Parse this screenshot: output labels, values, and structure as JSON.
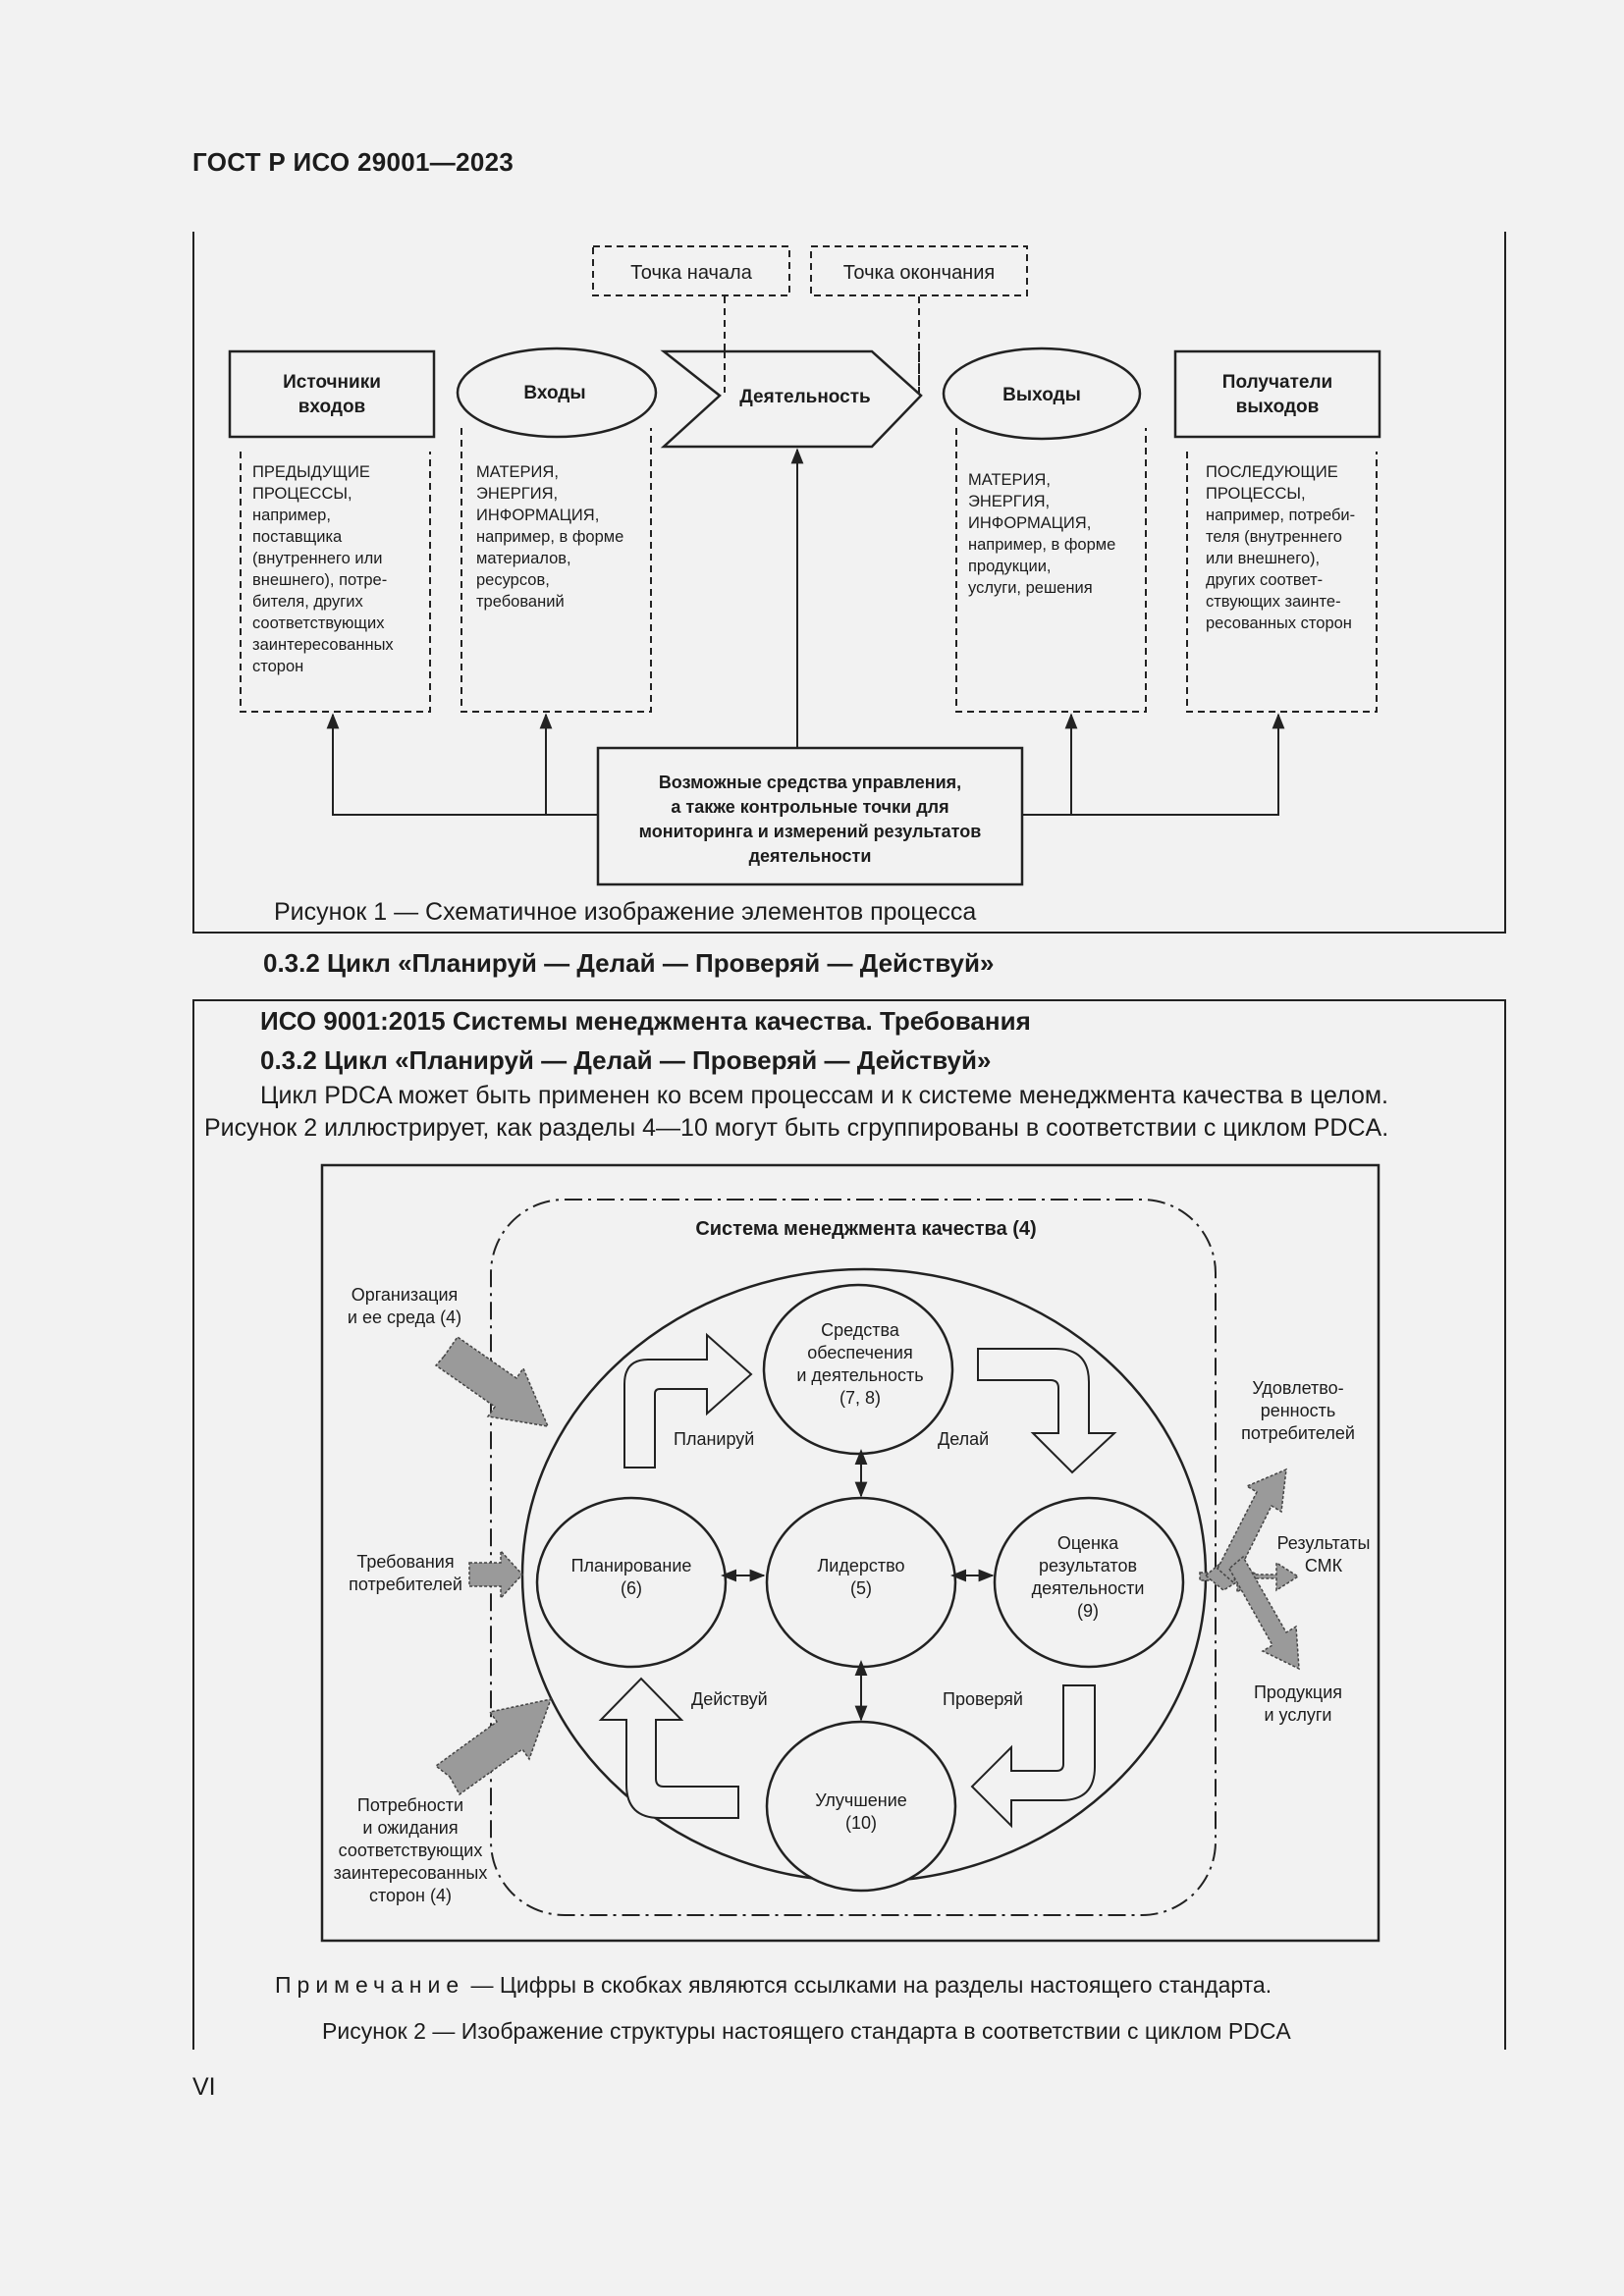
{
  "header": {
    "title": "ГОСТ Р ИСО 29001—2023"
  },
  "figure1": {
    "start_point": "Точка начала",
    "end_point": "Точка окончания",
    "sources": [
      "Источники",
      "входов"
    ],
    "inputs": "Входы",
    "activity": "Деятельность",
    "outputs": "Выходы",
    "receivers": [
      "Получатели",
      "выходов"
    ],
    "sources_text": [
      "ПРЕДЫДУЩИЕ",
      "ПРОЦЕССЫ,",
      "например,",
      "поставщика",
      "(внутреннего или",
      "внешнего), потре-",
      "бителя, других",
      "соответствующих",
      "заинтересованных",
      "сторон"
    ],
    "inputs_text": [
      "МАТЕРИЯ,",
      "ЭНЕРГИЯ,",
      "ИНФОРМАЦИЯ,",
      "например, в форме",
      "материалов,",
      "ресурсов,",
      "требований"
    ],
    "outputs_text": [
      "МАТЕРИЯ,",
      "ЭНЕРГИЯ,",
      "ИНФОРМАЦИЯ,",
      "например, в форме",
      "продукции,",
      "услуги, решения"
    ],
    "receivers_text": [
      "ПОСЛЕДУЮЩИЕ",
      "ПРОЦЕССЫ,",
      "например, потреби-",
      "теля (внутреннего",
      "или внешнего),",
      "других соответ-",
      "ствующих заинте-",
      "ресованных сторон"
    ],
    "controls_text": [
      "Возможные средства управления,",
      "а также контрольные точки для",
      "мониторинга и измерений результатов",
      "деятельности"
    ],
    "caption": "Рисунок 1 — Схематичное изображение элементов процесса"
  },
  "section": {
    "heading": "0.3.2  Цикл «Планируй — Делай — Проверяй — Действуй»"
  },
  "quote": {
    "title": "ИСО 9001:2015  Системы менеджмента качества. Требования",
    "heading": "0.3.2  Цикл «Планируй — Делай — Проверяй — Действуй»",
    "para_line1": "Цикл PDCA может быть применен ко всем процессам и к системе менеджмента качества в целом.",
    "para_line2": "Рисунок 2 иллюстрирует, как разделы 4—10 могут быть сгруппированы в соответствии с циклом PDCA."
  },
  "figure2": {
    "system_title": "Система менеджмента качества (4)",
    "org": [
      "Организация",
      "и ее среда (4)"
    ],
    "req": [
      "Требования",
      "потребителей"
    ],
    "needs": [
      "Потребности",
      "и ожидания",
      "соответствующих",
      "заинтересованных",
      "сторон (4)"
    ],
    "support": [
      "Средства",
      "обеспечения",
      "и деятельность",
      "(7, 8)"
    ],
    "planning": [
      "Планирование",
      "(6)"
    ],
    "leadership": [
      "Лидерство",
      "(5)"
    ],
    "evaluation": [
      "Оценка",
      "результатов",
      "деятельности",
      "(9)"
    ],
    "improvement": [
      "Улучшение",
      "(10)"
    ],
    "plan": "Планируй",
    "do": "Делай",
    "check": "Проверяй",
    "act": "Действуй",
    "satisfaction": [
      "Удовлетво-",
      "ренность",
      "потребителей"
    ],
    "results": [
      "Результаты",
      "СМК"
    ],
    "products": [
      "Продукция",
      "и услуги"
    ]
  },
  "note": {
    "label": "Примечание",
    "text": " — Цифры в скобках являются ссылками на разделы настоящего стандарта."
  },
  "figure2_caption": "Рисунок 2 — Изображение структуры настоящего стандарта в соответствии с циклом PDCA",
  "page_number": "VI"
}
